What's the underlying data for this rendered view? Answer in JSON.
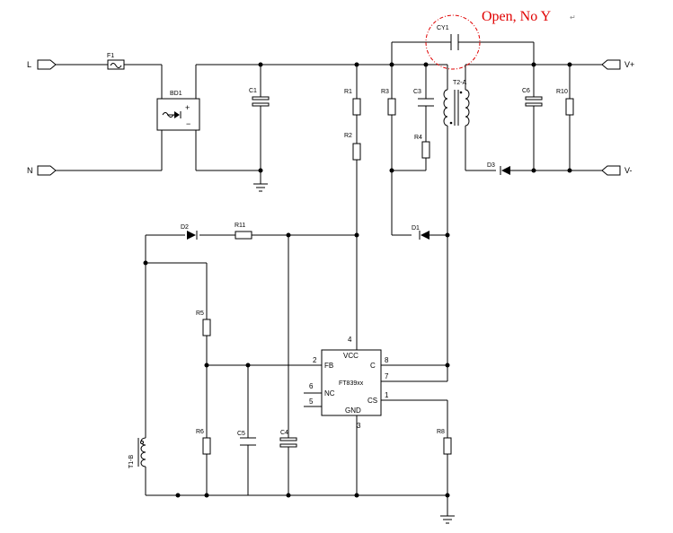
{
  "annotation": {
    "text": "Open, No Y",
    "color": "#e00000"
  },
  "terminals": {
    "L": "L",
    "N": "N",
    "VPLUS": "V+",
    "VMINUS": "V-"
  },
  "components": {
    "F1": "F1",
    "BD1": "BD1",
    "C1": "C1",
    "R1": "R1",
    "R2": "R2",
    "R3": "R3",
    "C3": "C3",
    "R4": "R4",
    "CY1": "CY1",
    "T2A": "T2-A",
    "C6": "C6",
    "R10": "R10",
    "D3": "D3",
    "D1": "D1",
    "D2": "D2",
    "R11": "R11",
    "R5": "R5",
    "R6": "R6",
    "C5": "C5",
    "C4": "C4",
    "R8": "R8",
    "T1B": "T1-B"
  },
  "ic": {
    "name": "FT839xx",
    "pins": {
      "vcc": "VCC",
      "fb": "FB",
      "c": "C",
      "nc": "NC",
      "cs": "CS",
      "gnd": "GND",
      "n4": "4",
      "n2": "2",
      "n8": "8",
      "n7": "7",
      "n6": "6",
      "n5": "5",
      "n1": "1",
      "n3": "3"
    }
  },
  "bridge_symbols": {
    "plus": "+",
    "minus": "−"
  }
}
